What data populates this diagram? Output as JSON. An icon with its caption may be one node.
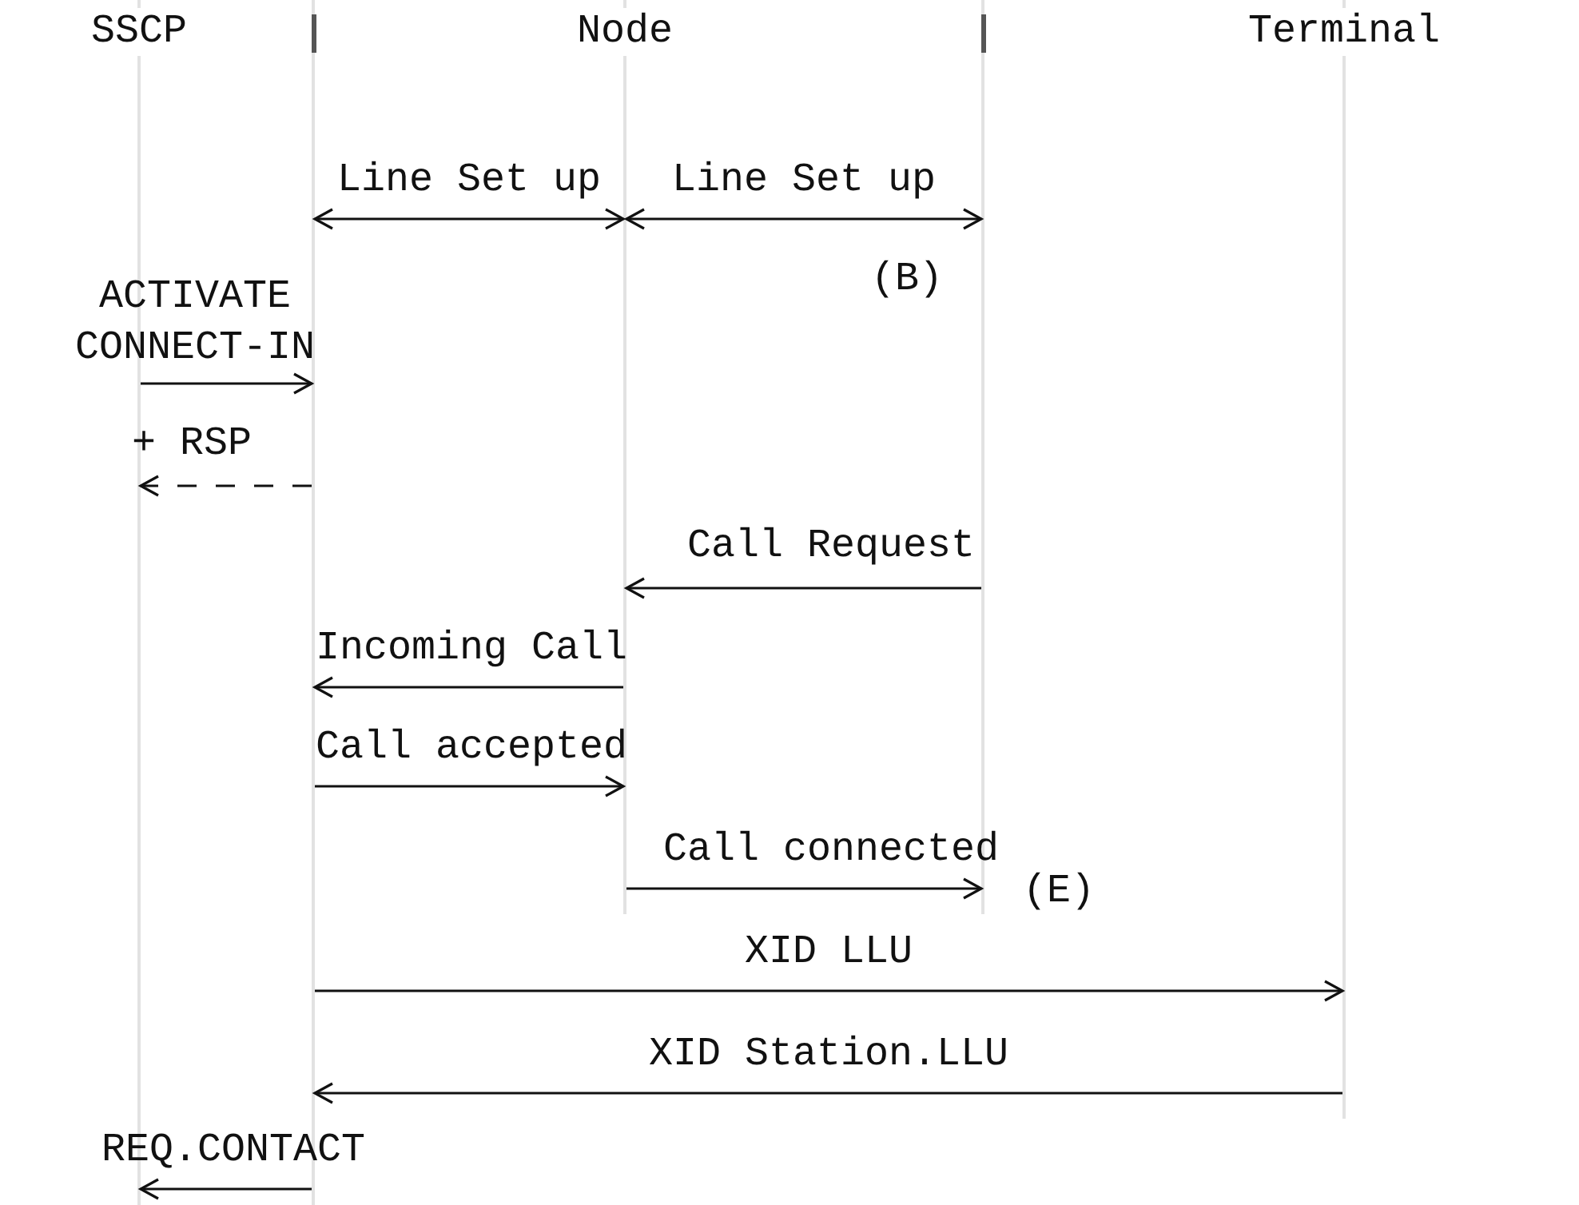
{
  "diagram": {
    "nodes": [
      {
        "text": [
          "SSCP"
        ]
      },
      {
        "text": [],
        "shape": "bar"
      },
      {
        "text": [
          "Node"
        ]
      },
      {
        "text": [],
        "shape": "bar"
      },
      {
        "text": [
          "Terminal"
        ]
      }
    ],
    "edges": [
      {
        "from": 1,
        "to": 2,
        "arrow": "both",
        "label": "Line Set up"
      },
      {
        "from": 2,
        "to": 3,
        "arrow": "both",
        "label": "Line Set up"
      },
      {
        "from": 0,
        "to": 1,
        "arrow": "to",
        "label": "ACTIVATE CONNECT-IN"
      },
      {
        "from": 1,
        "to": 0,
        "arrow": "to",
        "label": "+ RSP",
        "style": "dashed"
      },
      {
        "from": 3,
        "to": 2,
        "arrow": "to",
        "label": "Call Request"
      },
      {
        "from": 2,
        "to": 1,
        "arrow": "to",
        "label": "Incoming Call"
      },
      {
        "from": 1,
        "to": 2,
        "arrow": "to",
        "label": "Call accepted"
      },
      {
        "from": 2,
        "to": 3,
        "arrow": "to",
        "label": "Call connected"
      },
      {
        "from": 1,
        "to": 4,
        "arrow": "to",
        "label": "XID LLU"
      },
      {
        "from": 4,
        "to": 1,
        "arrow": "to",
        "label": "XID Station.LLU"
      },
      {
        "from": 1,
        "to": 0,
        "arrow": "to",
        "label": "REQ.CONTACT"
      }
    ],
    "labels": [
      "(B)",
      "(E)"
    ]
  }
}
